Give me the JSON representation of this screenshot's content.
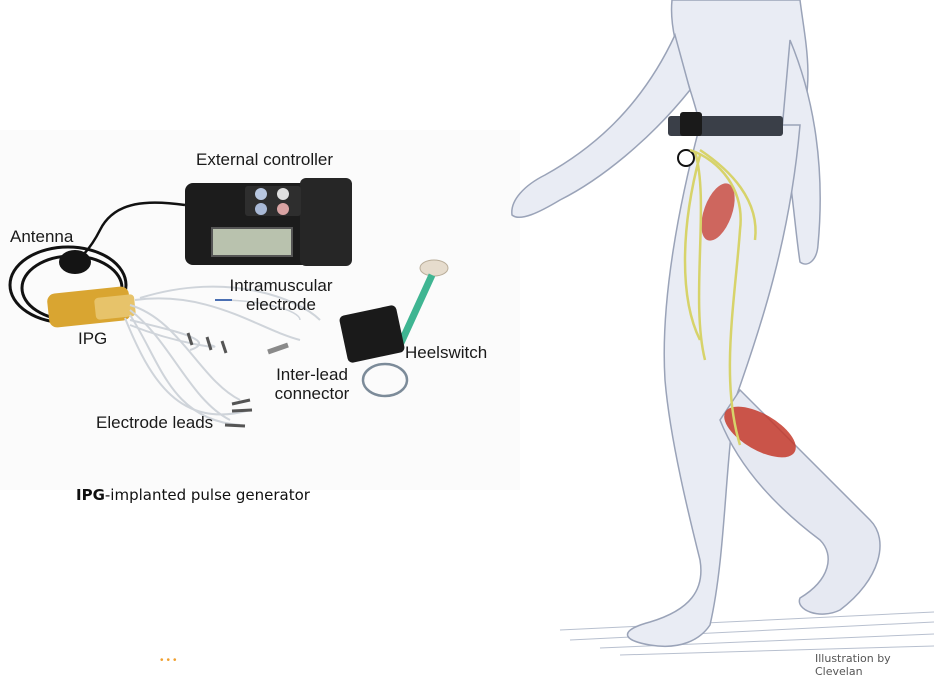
{
  "labels": {
    "external_controller": "External controller",
    "antenna": "Antenna",
    "intramuscular_line1": "Intramuscular",
    "intramuscular_line2": "electrode",
    "ipg": "IPG",
    "heelswitch": "Heelswitch",
    "interlead_line1": "Inter-lead",
    "interlead_line2": "connector",
    "electrode_leads": "Electrode leads"
  },
  "footnote": {
    "abbr": "IPG",
    "text": "-implanted pulse generator"
  },
  "credit": "Illustration by Clevelan",
  "colors": {
    "device_black": "#1c1c1c",
    "ipg_gold": "#d9a531",
    "heelswitch_green": "#3fb592",
    "leg_skin": "#e9ecf4",
    "muscle_red": "#c43a2c",
    "lead_yellow": "#d7d36a"
  }
}
